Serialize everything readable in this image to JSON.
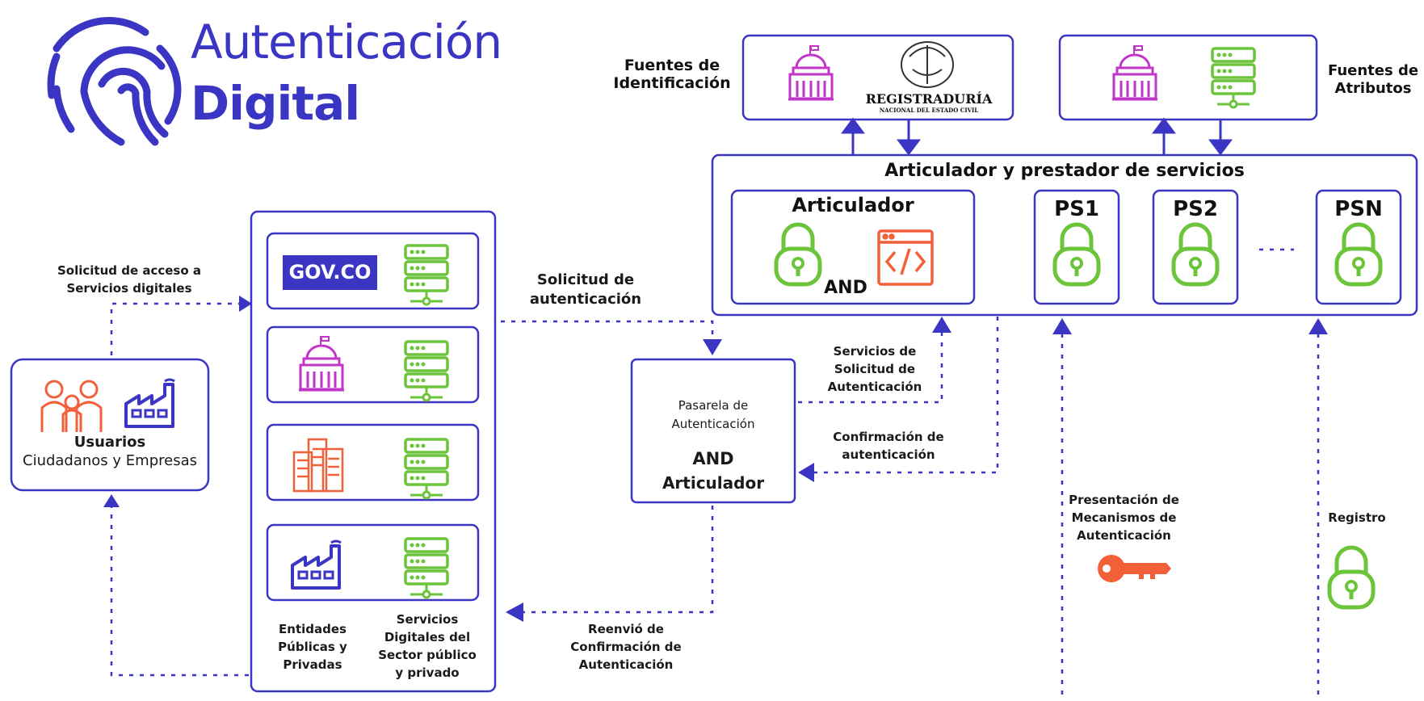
{
  "title": {
    "line1": "Autenticación",
    "line2": "Digital"
  },
  "fuentes_identificacion": {
    "line1": "Fuentes de",
    "line2": "Identificación"
  },
  "fuentes_atributos": {
    "line1": "Fuentes de",
    "line2": "Atributos"
  },
  "registraduria": {
    "line1": "REGISTRADURÍA",
    "line2": "NACIONAL DEL ESTADO CIVIL"
  },
  "articulador_prestador": "Articulador y prestador de servicios",
  "articulador": {
    "title": "Articulador",
    "and": "AND"
  },
  "ps": [
    "PS1",
    "PS2",
    "PSN"
  ],
  "ellipsis": "- - -",
  "govco": "GOV.CO",
  "solicitud_acceso": {
    "line1": "Solicitud de acceso a",
    "line2": "Servicios digitales"
  },
  "solicitud_autenticacion": {
    "line1": "Solicitud de",
    "line2": "autenticación"
  },
  "usuarios": {
    "title": "Usuarios",
    "subtitle": "Ciudadanos y Empresas"
  },
  "servicios_solicitud": {
    "line1": "Servicios de",
    "line2": "Solicitud de",
    "line3": "Autenticación"
  },
  "confirmacion": {
    "line1": "Confirmación de",
    "line2": "autenticación"
  },
  "pasarela": {
    "line1": "Pasarela de",
    "line2": "Autenticación",
    "line3": "AND",
    "line4": "Articulador"
  },
  "presentacion": {
    "line1": "Presentación de",
    "line2": "Mecanismos de",
    "line3": "Autenticación"
  },
  "registro": "Registro",
  "entidades": {
    "line1": "Entidades",
    "line2": "Públicas y",
    "line3": "Privadas"
  },
  "servicios_digitales": {
    "line1": "Servicios",
    "line2": "Digitales del",
    "line3": "Sector público",
    "line4": "y privado"
  },
  "reenvio": {
    "line1": "Reenvió de",
    "line2": "Confirmación de",
    "line3": "Autenticación"
  },
  "colors": {
    "primary": "#3b35c4",
    "green": "#6cc43a",
    "magenta": "#c235c9",
    "orange": "#f2603a"
  }
}
